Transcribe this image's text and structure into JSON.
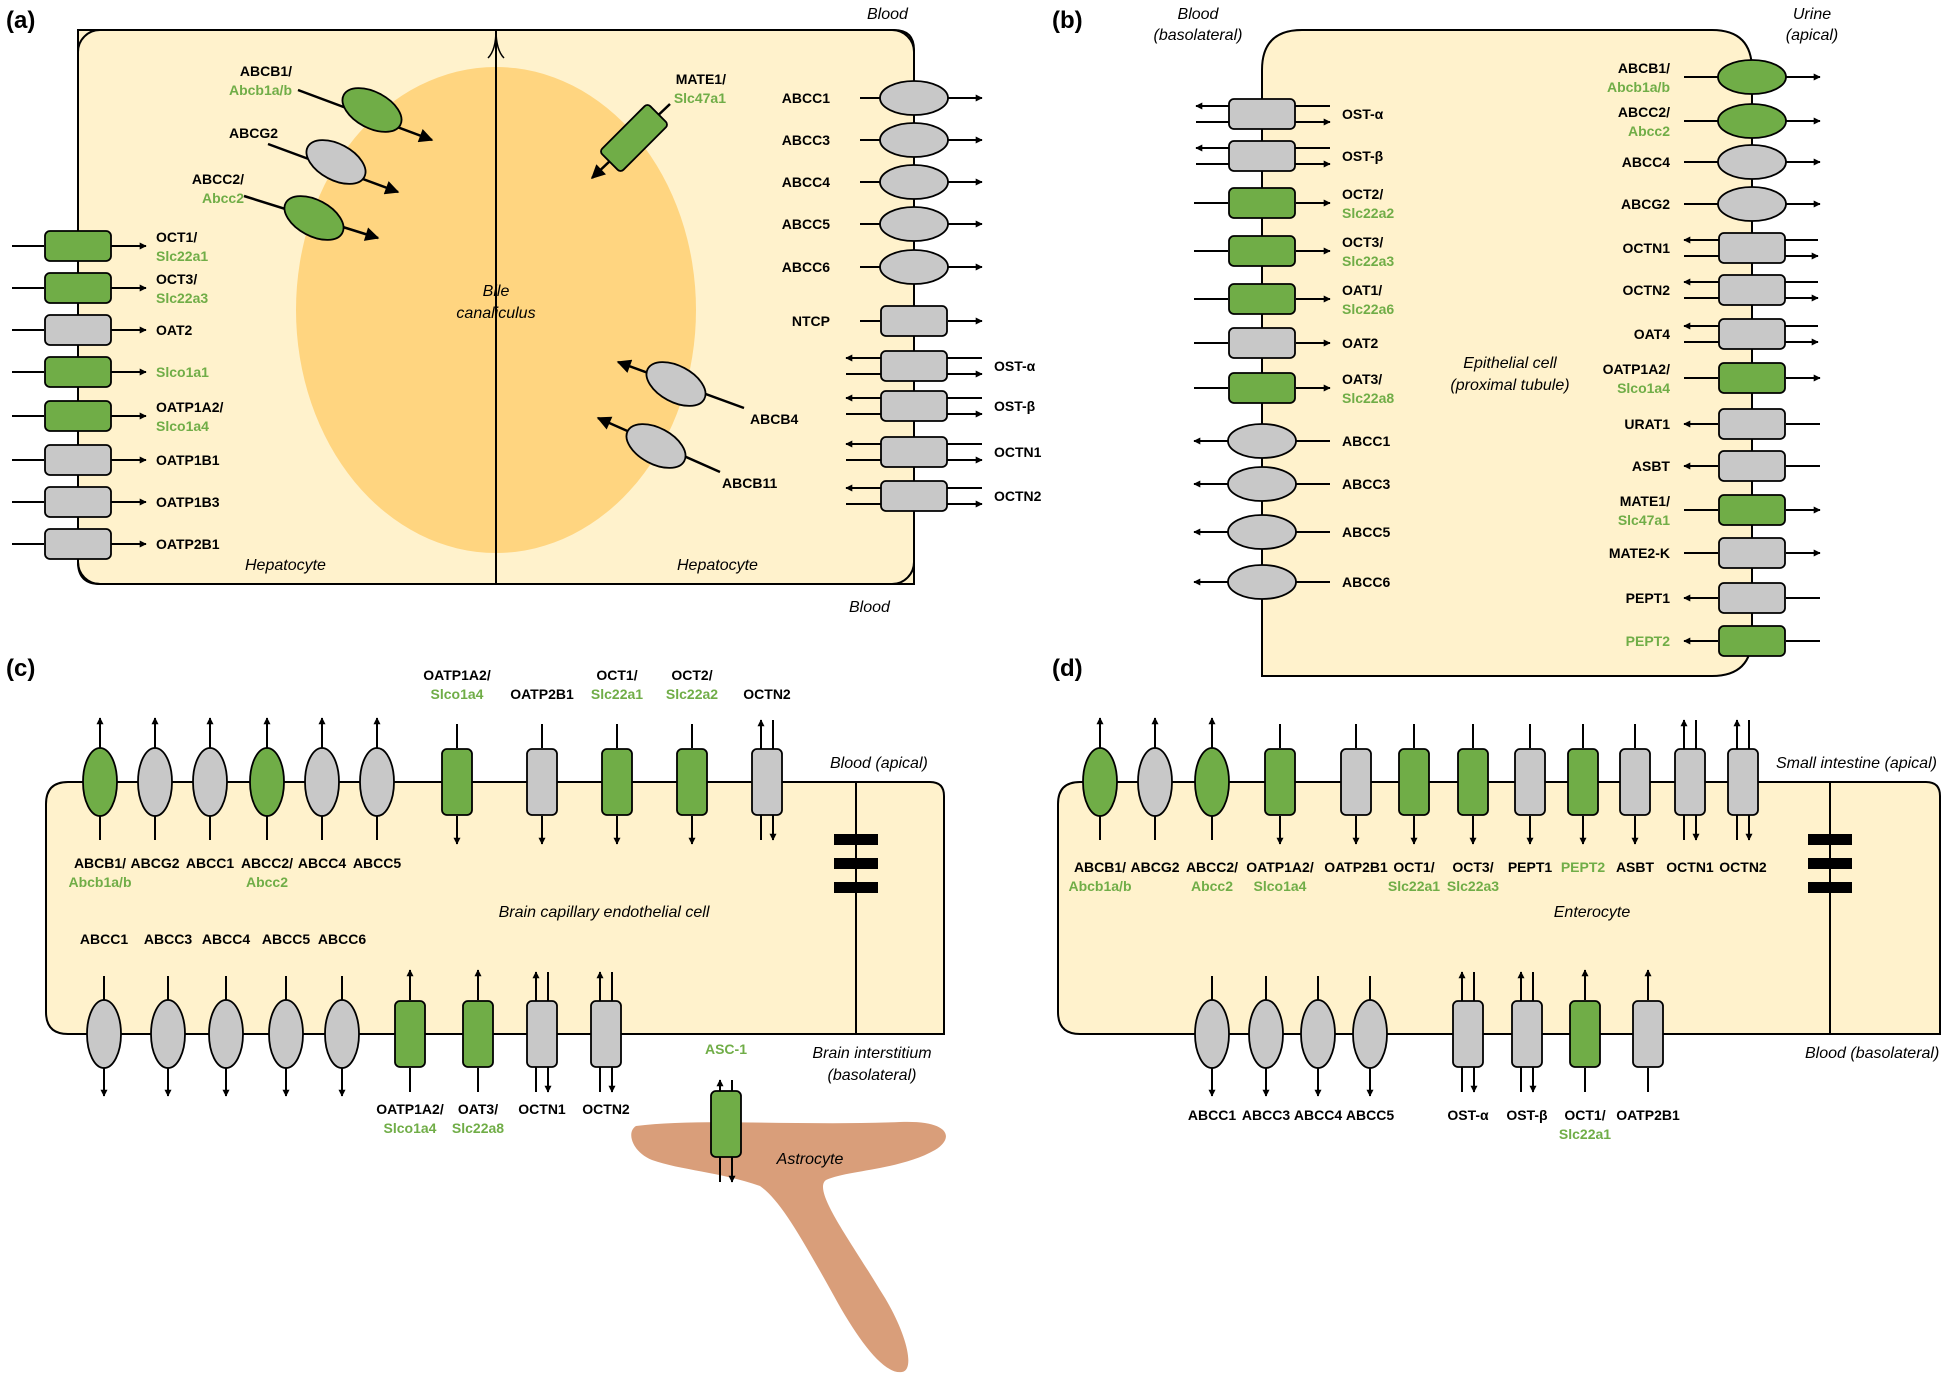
{
  "colors": {
    "cell_fill": "#FFF2CC",
    "canaliculus_fill": "#FFD580",
    "green_transporter": "#70AD47",
    "gray_transporter": "#C8C8C8",
    "green_text": "#70AD47",
    "astrocyte_fill": "#D99E7A"
  },
  "panel_a": {
    "label": "(a)",
    "blood_top": "Blood",
    "blood_bottom": "Blood",
    "left_cell_label": "Hepatocyte",
    "right_cell_label": "Hepatocyte",
    "canaliculus_label": [
      "Bile",
      "canaliculus"
    ],
    "left_transporters": [
      {
        "name": "OCT1/",
        "gene": "Slc22a1",
        "color": "green",
        "shape": "rect"
      },
      {
        "name": "OCT3/",
        "gene": "Slc22a3",
        "color": "green",
        "shape": "rect"
      },
      {
        "name": "OAT2",
        "gene": "",
        "color": "gray",
        "shape": "rect"
      },
      {
        "name": "",
        "gene": "Slco1a1",
        "color": "green",
        "shape": "rect"
      },
      {
        "name": "OATP1A2/",
        "gene": "Slco1a4",
        "color": "green",
        "shape": "rect"
      },
      {
        "name": "OATP1B1",
        "gene": "",
        "color": "gray",
        "shape": "rect"
      },
      {
        "name": "OATP1B3",
        "gene": "",
        "color": "gray",
        "shape": "rect"
      },
      {
        "name": "OATP2B1",
        "gene": "",
        "color": "gray",
        "shape": "rect"
      }
    ],
    "canalicular_transporters": [
      {
        "name": "ABCB1/",
        "gene": "Abcb1a/b",
        "color": "green",
        "shape": "ellipse"
      },
      {
        "name": "ABCG2",
        "gene": "",
        "color": "gray",
        "shape": "ellipse"
      },
      {
        "name": "ABCC2/",
        "gene": "Abcc2",
        "color": "green",
        "shape": "ellipse"
      },
      {
        "name": "MATE1/",
        "gene": "Slc47a1",
        "color": "green",
        "shape": "rect"
      },
      {
        "name": "ABCB4",
        "gene": "",
        "color": "gray",
        "shape": "ellipse"
      },
      {
        "name": "ABCB11",
        "gene": "",
        "color": "gray",
        "shape": "ellipse"
      }
    ],
    "right_transporters": [
      {
        "name": "ABCC1",
        "color": "gray",
        "shape": "ellipse"
      },
      {
        "name": "ABCC3",
        "color": "gray",
        "shape": "ellipse"
      },
      {
        "name": "ABCC4",
        "color": "gray",
        "shape": "ellipse"
      },
      {
        "name": "ABCC5",
        "color": "gray",
        "shape": "ellipse"
      },
      {
        "name": "ABCC6",
        "color": "gray",
        "shape": "ellipse"
      },
      {
        "name": "NTCP",
        "color": "gray",
        "shape": "rect"
      }
    ],
    "right_bidirectional": [
      {
        "name": "OST-α",
        "color": "gray",
        "shape": "rect"
      },
      {
        "name": "OST-β",
        "color": "gray",
        "shape": "rect"
      },
      {
        "name": "OCTN1",
        "color": "gray",
        "shape": "rect"
      },
      {
        "name": "OCTN2",
        "color": "gray",
        "shape": "rect"
      }
    ]
  },
  "panel_b": {
    "label": "(b)",
    "blood_label": [
      "Blood",
      "(basolateral)"
    ],
    "urine_label": [
      "Urine",
      "(apical)"
    ],
    "cell_label": [
      "Epithelial cell",
      "(proximal tubule)"
    ],
    "left_transporters": [
      {
        "name": "OST-α",
        "gene": "",
        "color": "gray",
        "shape": "rect",
        "dir": "both"
      },
      {
        "name": "OST-β",
        "gene": "",
        "color": "gray",
        "shape": "rect",
        "dir": "both"
      },
      {
        "name": "OCT2/",
        "gene": "Slc22a2",
        "color": "green",
        "shape": "rect",
        "dir": "in"
      },
      {
        "name": "OCT3/",
        "gene": "Slc22a3",
        "color": "green",
        "shape": "rect",
        "dir": "in"
      },
      {
        "name": "OAT1/",
        "gene": "Slc22a6",
        "color": "green",
        "shape": "rect",
        "dir": "in"
      },
      {
        "name": "OAT2",
        "gene": "",
        "color": "gray",
        "shape": "rect",
        "dir": "in"
      },
      {
        "name": "OAT3/",
        "gene": "Slc22a8",
        "color": "green",
        "shape": "rect",
        "dir": "in"
      },
      {
        "name": "ABCC1",
        "gene": "",
        "color": "gray",
        "shape": "ellipse",
        "dir": "out"
      },
      {
        "name": "ABCC3",
        "gene": "",
        "color": "gray",
        "shape": "ellipse",
        "dir": "out"
      },
      {
        "name": "ABCC5",
        "gene": "",
        "color": "gray",
        "shape": "ellipse",
        "dir": "out"
      },
      {
        "name": "ABCC6",
        "gene": "",
        "color": "gray",
        "shape": "ellipse",
        "dir": "out"
      }
    ],
    "right_transporters": [
      {
        "name": "ABCB1/",
        "gene": "Abcb1a/b",
        "color": "green",
        "shape": "ellipse",
        "dir": "out"
      },
      {
        "name": "ABCC2/",
        "gene": "Abcc2",
        "color": "green",
        "shape": "ellipse",
        "dir": "out"
      },
      {
        "name": "ABCC4",
        "gene": "",
        "color": "gray",
        "shape": "ellipse",
        "dir": "out"
      },
      {
        "name": "ABCG2",
        "gene": "",
        "color": "gray",
        "shape": "ellipse",
        "dir": "out"
      },
      {
        "name": "OCTN1",
        "gene": "",
        "color": "gray",
        "shape": "rect",
        "dir": "both"
      },
      {
        "name": "OCTN2",
        "gene": "",
        "color": "gray",
        "shape": "rect",
        "dir": "both"
      },
      {
        "name": "OAT4",
        "gene": "",
        "color": "gray",
        "shape": "rect",
        "dir": "both"
      },
      {
        "name": "OATP1A2/",
        "gene": "Slco1a4",
        "color": "green",
        "shape": "rect",
        "dir": "out"
      },
      {
        "name": "URAT1",
        "gene": "",
        "color": "gray",
        "shape": "rect",
        "dir": "in"
      },
      {
        "name": "ASBT",
        "gene": "",
        "color": "gray",
        "shape": "rect",
        "dir": "in"
      },
      {
        "name": "MATE1/",
        "gene": "Slc47a1",
        "color": "green",
        "shape": "rect",
        "dir": "out"
      },
      {
        "name": "MATE2-K",
        "gene": "",
        "color": "gray",
        "shape": "rect",
        "dir": "out"
      },
      {
        "name": "PEPT1",
        "gene": "",
        "color": "gray",
        "shape": "rect",
        "dir": "in"
      },
      {
        "name": "",
        "gene": "PEPT2",
        "color": "green",
        "shape": "rect",
        "dir": "in"
      }
    ]
  },
  "panel_c": {
    "label": "(c)",
    "blood_label": "Blood (apical)",
    "interstitium_label": [
      "Brain interstitium",
      "(basolateral)"
    ],
    "cell_label": "Brain capillary endothelial cell",
    "astrocyte_label": "Astrocyte",
    "astrocyte_transporter": {
      "name": "",
      "gene": "ASC-1",
      "color": "green",
      "shape": "rect",
      "dir": "both"
    },
    "top_transporters": [
      {
        "name": "ABCB1/",
        "gene": "Abcb1a/b",
        "color": "green",
        "shape": "ellipse",
        "dir": "up"
      },
      {
        "name": "ABCG2",
        "gene": "",
        "color": "gray",
        "shape": "ellipse",
        "dir": "up"
      },
      {
        "name": "ABCC1",
        "gene": "",
        "color": "gray",
        "shape": "ellipse",
        "dir": "up"
      },
      {
        "name": "ABCC2/",
        "gene": "Abcc2",
        "color": "green",
        "shape": "ellipse",
        "dir": "up"
      },
      {
        "name": "ABCC4",
        "gene": "",
        "color": "gray",
        "shape": "ellipse",
        "dir": "up"
      },
      {
        "name": "ABCC5",
        "gene": "",
        "color": "gray",
        "shape": "ellipse",
        "dir": "up"
      },
      {
        "name": "OATP1A2/",
        "gene": "Slco1a4",
        "color": "green",
        "shape": "rect",
        "dir": "down"
      },
      {
        "name": "OATP2B1",
        "gene": "",
        "color": "gray",
        "shape": "rect",
        "dir": "down"
      },
      {
        "name": "OCT1/",
        "gene": "Slc22a1",
        "color": "green",
        "shape": "rect",
        "dir": "down"
      },
      {
        "name": "OCT2/",
        "gene": "Slc22a2",
        "color": "green",
        "shape": "rect",
        "dir": "down"
      },
      {
        "name": "OCTN2",
        "gene": "",
        "color": "gray",
        "shape": "rect",
        "dir": "both"
      }
    ],
    "bottom_transporters": [
      {
        "name": "ABCC1",
        "gene": "",
        "color": "gray",
        "shape": "ellipse",
        "dir": "down"
      },
      {
        "name": "ABCC3",
        "gene": "",
        "color": "gray",
        "shape": "ellipse",
        "dir": "down"
      },
      {
        "name": "ABCC4",
        "gene": "",
        "color": "gray",
        "shape": "ellipse",
        "dir": "down"
      },
      {
        "name": "ABCC5",
        "gene": "",
        "color": "gray",
        "shape": "ellipse",
        "dir": "down"
      },
      {
        "name": "ABCC6",
        "gene": "",
        "color": "gray",
        "shape": "ellipse",
        "dir": "down"
      },
      {
        "name": "OATP1A2/",
        "gene": "Slco1a4",
        "color": "green",
        "shape": "rect",
        "dir": "up"
      },
      {
        "name": "OAT3/",
        "gene": "Slc22a8",
        "color": "green",
        "shape": "rect",
        "dir": "up"
      },
      {
        "name": "OCTN1",
        "gene": "",
        "color": "gray",
        "shape": "rect",
        "dir": "both"
      },
      {
        "name": "OCTN2",
        "gene": "",
        "color": "gray",
        "shape": "rect",
        "dir": "both"
      }
    ]
  },
  "panel_d": {
    "label": "(d)",
    "apical_label": "Small intestine (apical)",
    "basolateral_label": "Blood (basolateral)",
    "cell_label": "Enterocyte",
    "top_transporters": [
      {
        "name": "ABCB1/",
        "gene": "Abcb1a/b",
        "color": "green",
        "shape": "ellipse",
        "dir": "up"
      },
      {
        "name": "ABCG2",
        "gene": "",
        "color": "gray",
        "shape": "ellipse",
        "dir": "up"
      },
      {
        "name": "ABCC2/",
        "gene": "Abcc2",
        "color": "green",
        "shape": "ellipse",
        "dir": "up"
      },
      {
        "name": "OATP1A2/",
        "gene": "Slco1a4",
        "color": "green",
        "shape": "rect",
        "dir": "down"
      },
      {
        "name": "OATP2B1",
        "gene": "",
        "color": "gray",
        "shape": "rect",
        "dir": "down"
      },
      {
        "name": "OCT1/",
        "gene": "Slc22a1",
        "color": "green",
        "shape": "rect",
        "dir": "down"
      },
      {
        "name": "OCT3/",
        "gene": "Slc22a3",
        "color": "green",
        "shape": "rect",
        "dir": "down"
      },
      {
        "name": "PEPT1",
        "gene": "",
        "color": "gray",
        "shape": "rect",
        "dir": "down"
      },
      {
        "name": "",
        "gene": "PEPT2",
        "color": "green",
        "shape": "rect",
        "dir": "down"
      },
      {
        "name": "ASBT",
        "gene": "",
        "color": "gray",
        "shape": "rect",
        "dir": "down"
      },
      {
        "name": "OCTN1",
        "gene": "",
        "color": "gray",
        "shape": "rect",
        "dir": "both"
      },
      {
        "name": "OCTN2",
        "gene": "",
        "color": "gray",
        "shape": "rect",
        "dir": "both"
      }
    ],
    "bottom_transporters": [
      {
        "name": "ABCC1",
        "gene": "",
        "color": "gray",
        "shape": "ellipse",
        "dir": "down"
      },
      {
        "name": "ABCC3",
        "gene": "",
        "color": "gray",
        "shape": "ellipse",
        "dir": "down"
      },
      {
        "name": "ABCC4",
        "gene": "",
        "color": "gray",
        "shape": "ellipse",
        "dir": "down"
      },
      {
        "name": "ABCC5",
        "gene": "",
        "color": "gray",
        "shape": "ellipse",
        "dir": "down"
      },
      {
        "name": "OST-α",
        "gene": "",
        "color": "gray",
        "shape": "rect",
        "dir": "both"
      },
      {
        "name": "OST-β",
        "gene": "",
        "color": "gray",
        "shape": "rect",
        "dir": "both"
      },
      {
        "name": "OCT1/",
        "gene": "Slc22a1",
        "color": "green",
        "shape": "rect",
        "dir": "up"
      },
      {
        "name": "OATP2B1",
        "gene": "",
        "color": "gray",
        "shape": "rect",
        "dir": "up"
      }
    ]
  }
}
